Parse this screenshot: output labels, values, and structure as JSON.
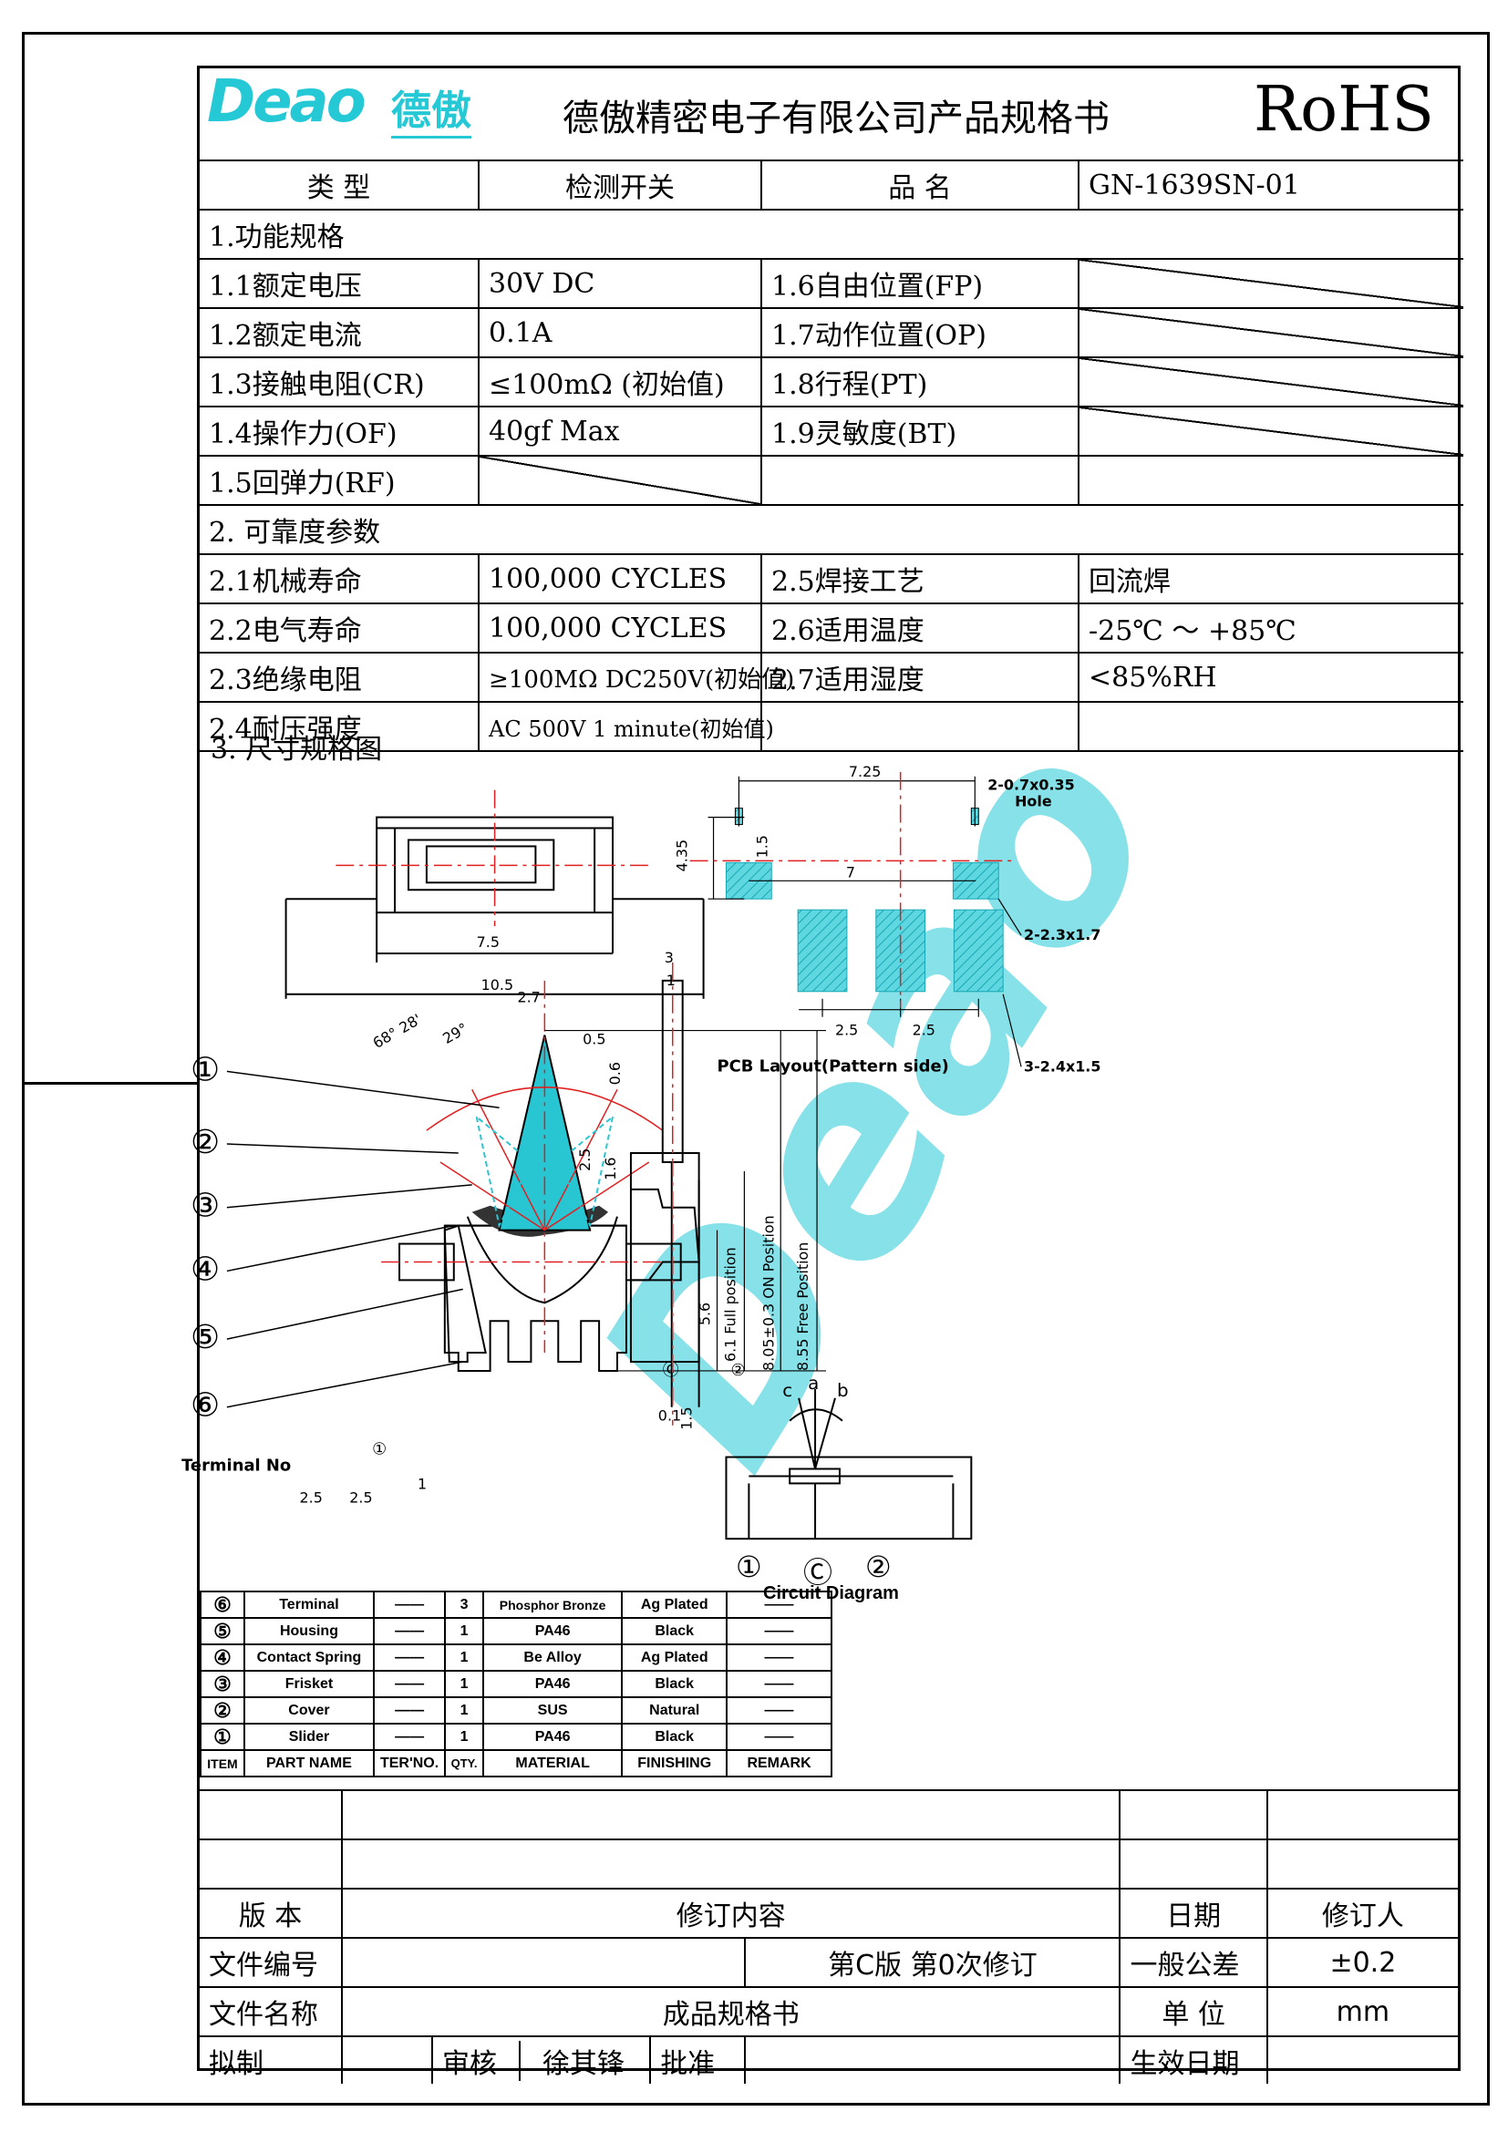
{
  "header": {
    "logo_text": "Deao",
    "logo_cn": "德傲",
    "company_title": "德傲精密电子有限公司产品规格书",
    "rohs": "RoHS"
  },
  "product": {
    "type_label": "类  型",
    "type_value": "检测开关",
    "name_label": "品  名",
    "name_value": "GN-1639SN-01"
  },
  "sections": {
    "s1": "1.功能规格",
    "s2": "2. 可靠度参数",
    "s3": "3. 尺寸规格图"
  },
  "func_specs": [
    {
      "l": "1.1额定电压",
      "v": "30V DC",
      "l2": "1.6自由位置(FP)",
      "v2": ""
    },
    {
      "l": "1.2额定电流",
      "v": "0.1A",
      "l2": "1.7动作位置(OP)",
      "v2": ""
    },
    {
      "l": "1.3接触电阻(CR)",
      "v": "≤100mΩ (初始值)",
      "l2": "1.8行程(PT)",
      "v2": ""
    },
    {
      "l": "1.4操作力(OF)",
      "v": "40gf  Max",
      "l2": "1.9灵敏度(BT)",
      "v2": ""
    },
    {
      "l": "1.5回弹力(RF)",
      "v": "",
      "l2": "",
      "v2": ""
    }
  ],
  "rel_specs": [
    {
      "l": "2.1机械寿命",
      "v": "100,000 CYCLES",
      "l2": "2.5焊接工艺",
      "v2": "回流焊"
    },
    {
      "l": "2.2电气寿命",
      "v": "100,000  CYCLES",
      "l2": "2.6适用温度",
      "v2": "-25℃ ～ +85℃"
    },
    {
      "l": "2.3绝缘电阻",
      "v": "≥100MΩ DC250V(初始值)",
      "l2": "2.7适用湿度",
      "v2": "<85%RH"
    },
    {
      "l": "2.4耐压强度",
      "v": "AC 500V 1 minute(初始值)",
      "l2": "",
      "v2": ""
    }
  ],
  "drawing": {
    "dim_7_5": "7.5",
    "dim_10_5": "10.5",
    "dim_2_7": "2.7",
    "angle_68": "68° 28'",
    "angle_29": "29°",
    "dim_5_6": "5.6",
    "full_pos": "6.1 Full position",
    "on_pos": "8.05±0.3 ON Position",
    "free_pos": "8.55 Free Position",
    "dim_1_5": "1.5",
    "dim_2_5a": "2.5",
    "dim_2_5b": "2.5",
    "dim_1": "1",
    "terminal_no": "Terminal No",
    "pcb_7_25": "7.25",
    "pcb_hole": "2-0.7x0.35",
    "pcb_hole_word": "Hole",
    "pcb_1_5": "1.5",
    "pcb_7": "7",
    "pcb_4_35": "4.35",
    "pcb_pad1": "2-2.3x1.7",
    "pcb_pad2": "3-2.4x1.5",
    "pcb_2_5a": "2.5",
    "pcb_2_5b": "2.5",
    "pcb_title": "PCB Layout(Pattern side)",
    "side_3": "3",
    "side_1": "1",
    "side_0_5": "0.5",
    "side_0_6": "0.6",
    "side_2_5": "2.5",
    "side_1_6": "1.6",
    "side_0_1": "0.1",
    "circ_a": "a",
    "circ_b": "b",
    "circ_c": "c",
    "circ_title": "Circuit Diagram",
    "callouts": [
      "①",
      "②",
      "③",
      "④",
      "⑤",
      "⑥"
    ],
    "mark_c": "Ⓒ",
    "mark_2": "②",
    "mark_1": "①"
  },
  "bom": {
    "rows": [
      {
        "item": "⑥",
        "name": "Terminal",
        "ter": "——",
        "qty": "3",
        "mat": "Phosphor Bronze",
        "fin": "Ag Plated",
        "rem": "——"
      },
      {
        "item": "⑤",
        "name": "Housing",
        "ter": "——",
        "qty": "1",
        "mat": "PA46",
        "fin": "Black",
        "rem": "——"
      },
      {
        "item": "④",
        "name": "Contact Spring",
        "ter": "——",
        "qty": "1",
        "mat": "Be Alloy",
        "fin": "Ag Plated",
        "rem": "——"
      },
      {
        "item": "③",
        "name": "Frisket",
        "ter": "——",
        "qty": "1",
        "mat": "PA46",
        "fin": "Black",
        "rem": "——"
      },
      {
        "item": "②",
        "name": "Cover",
        "ter": "——",
        "qty": "1",
        "mat": "SUS",
        "fin": "Natural",
        "rem": "——"
      },
      {
        "item": "①",
        "name": "Slider",
        "ter": "——",
        "qty": "1",
        "mat": "PA46",
        "fin": "Black",
        "rem": "——"
      }
    ],
    "headers": {
      "item": "ITEM",
      "name": "PART NAME",
      "ter": "TER'NO.",
      "qty": "QTY.",
      "mat": "MATERIAL",
      "fin": "FINISHING",
      "rem": "REMARK"
    }
  },
  "revision": {
    "version": "版 本",
    "content": "修订内容",
    "date": "日期",
    "reviser": "修订人",
    "doc_no_label": "文件编号",
    "doc_rev": "第C版 第0次修订",
    "tolerance_label": "一般公差",
    "tolerance": "±0.2",
    "doc_name_label": "文件名称",
    "doc_name": "成品规格书",
    "unit_label": "单  位",
    "unit": "mm",
    "drafter": "拟制",
    "reviewer_label": "审核",
    "reviewer": "徐其锋",
    "approve": "批准",
    "effective": "生效日期"
  },
  "colors": {
    "accent": "#25c9d6",
    "dim_red": "#e02020"
  }
}
